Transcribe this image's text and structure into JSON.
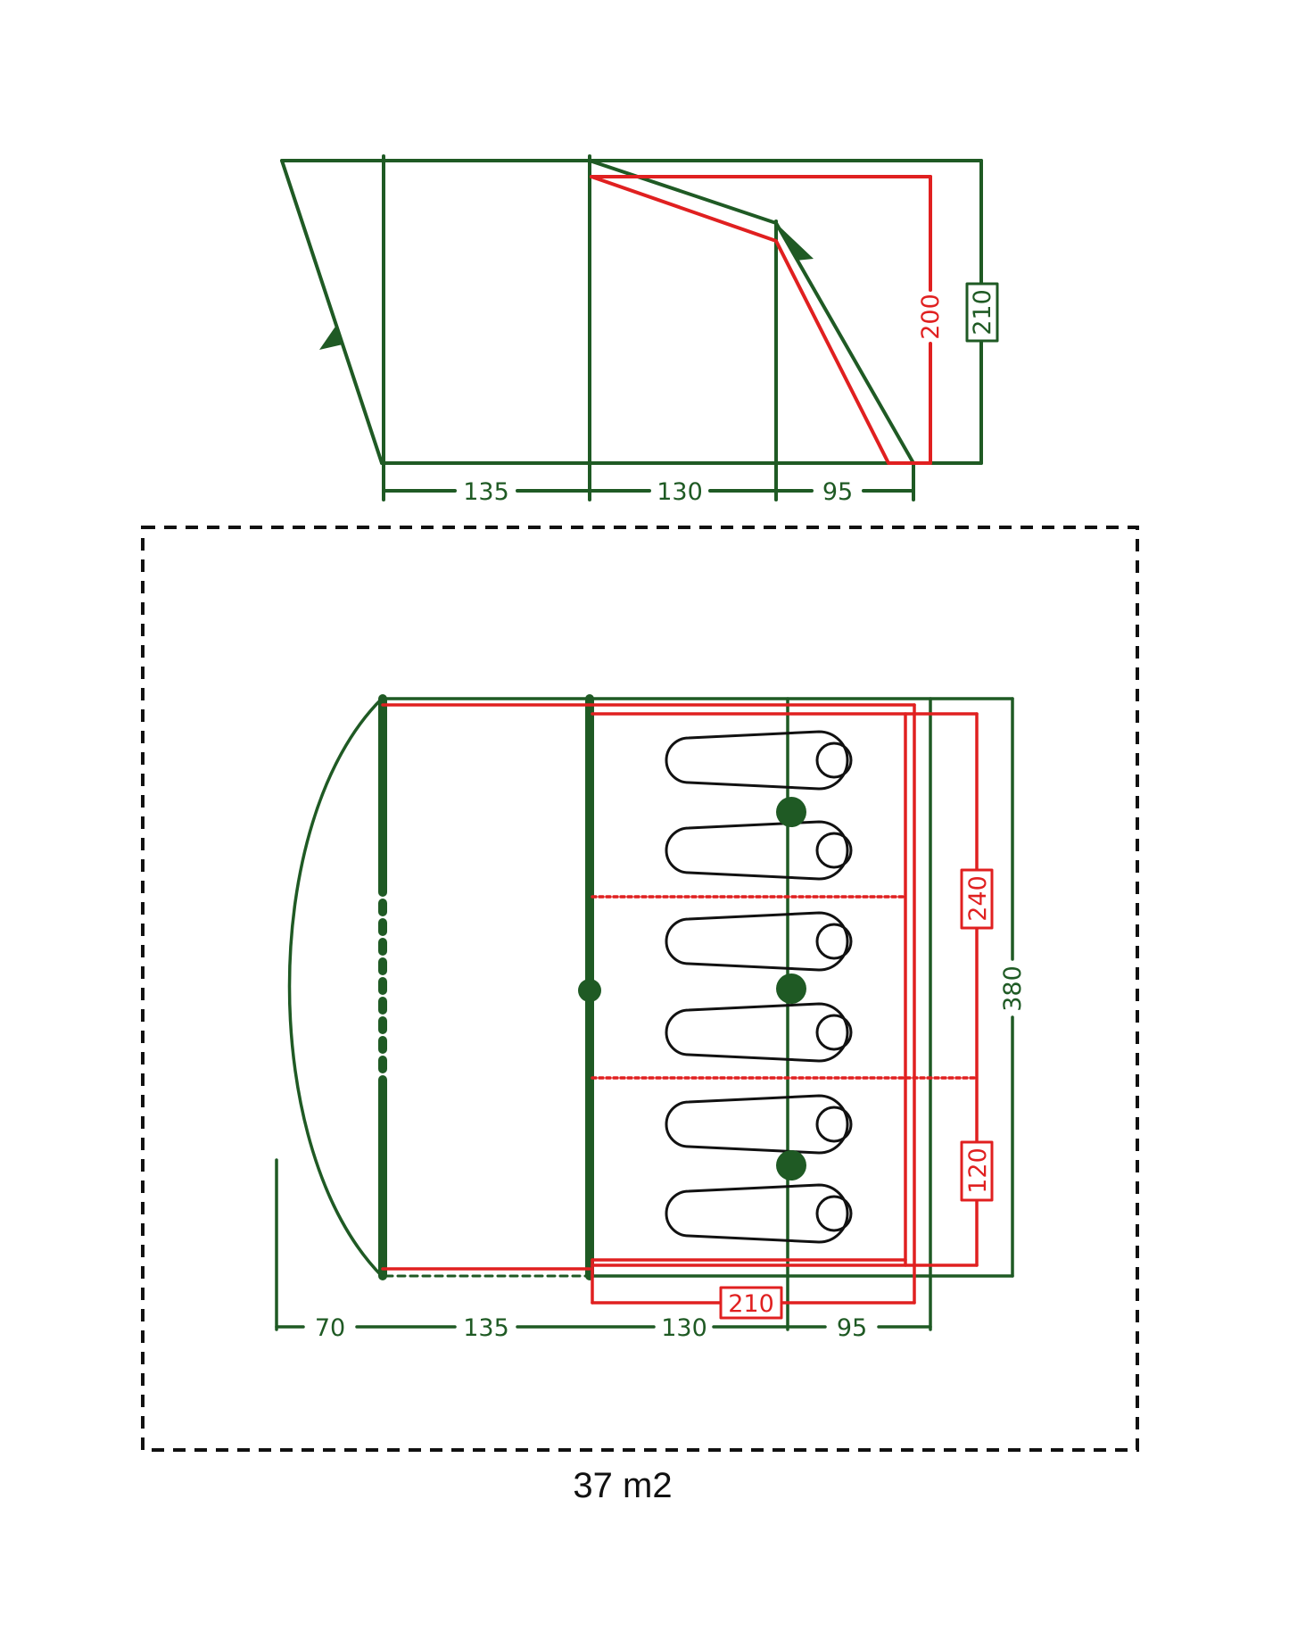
{
  "colors": {
    "green": "#1f5a24",
    "red": "#e02020",
    "black": "#111111",
    "background": "#ffffff"
  },
  "side_view": {
    "widths": [
      "135",
      "130",
      "95"
    ],
    "inner_height": "200",
    "outer_height": "210"
  },
  "floor_plan": {
    "widths": [
      "70",
      "135",
      "130",
      "95"
    ],
    "inner_width": "210",
    "depth": "380",
    "room_depth_large": "240",
    "room_depth_small": "120",
    "sleeping_positions": 6
  },
  "footprint": {
    "area_label": "37 m2"
  }
}
